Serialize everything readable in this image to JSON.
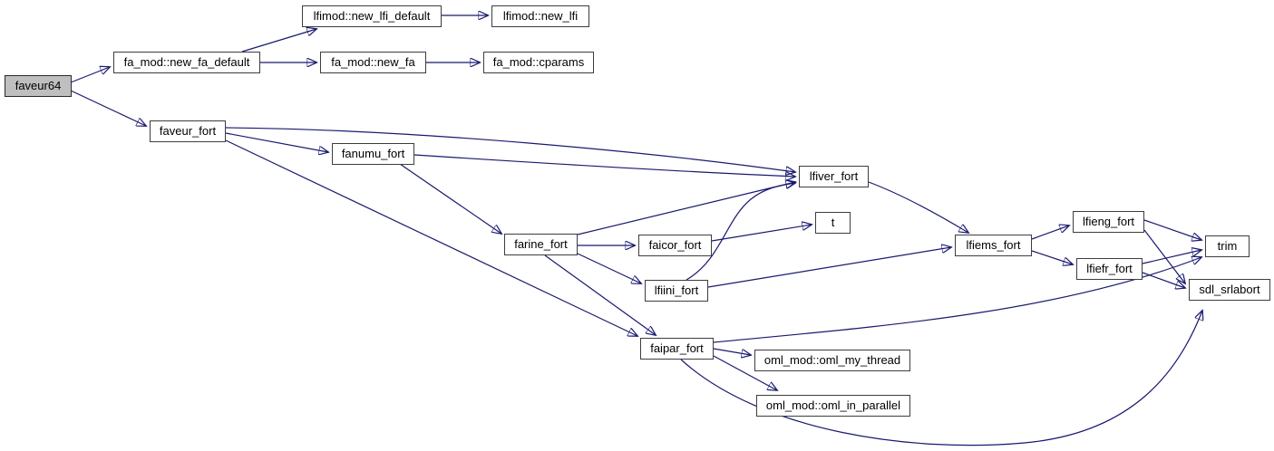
{
  "diagram": {
    "type": "doxygen-call-graph",
    "root": "faveur64",
    "colors": {
      "edge": "#191970",
      "node_border": "#3d3d3d",
      "node_fill": "#ffffff",
      "root_fill": "#bfbfbf",
      "background": "#ffffff",
      "text": "#000000"
    },
    "nodes": {
      "faveur64": {
        "label": "faveur64"
      },
      "new_fa_default": {
        "label": "fa_mod::new_fa_default"
      },
      "new_lfi_default": {
        "label": "lfimod::new_lfi_default"
      },
      "new_lfi": {
        "label": "lfimod::new_lfi"
      },
      "new_fa": {
        "label": "fa_mod::new_fa"
      },
      "cparams": {
        "label": "fa_mod::cparams"
      },
      "faveur_fort": {
        "label": "faveur_fort"
      },
      "fanumu_fort": {
        "label": "fanumu_fort"
      },
      "farine_fort": {
        "label": "farine_fort"
      },
      "faicor_fort": {
        "label": "faicor_fort"
      },
      "lfiini_fort": {
        "label": "lfiini_fort"
      },
      "t": {
        "label": "t"
      },
      "lfiver_fort": {
        "label": "lfiver_fort"
      },
      "lfiems_fort": {
        "label": "lfiems_fort"
      },
      "lfieng_fort": {
        "label": "lfieng_fort"
      },
      "lfiefr_fort": {
        "label": "lfiefr_fort"
      },
      "trim": {
        "label": "trim"
      },
      "sdl_srlabort": {
        "label": "sdl_srlabort"
      },
      "faipar_fort": {
        "label": "faipar_fort"
      },
      "oml_my_thread": {
        "label": "oml_mod::oml_my_thread"
      },
      "oml_in_parallel": {
        "label": "oml_mod::oml_in_parallel"
      }
    },
    "edges": [
      {
        "from": "faveur64",
        "to": "new_fa_default"
      },
      {
        "from": "faveur64",
        "to": "faveur_fort"
      },
      {
        "from": "new_fa_default",
        "to": "new_lfi_default"
      },
      {
        "from": "new_fa_default",
        "to": "new_fa"
      },
      {
        "from": "new_lfi_default",
        "to": "new_lfi"
      },
      {
        "from": "new_fa",
        "to": "cparams"
      },
      {
        "from": "faveur_fort",
        "to": "lfiver_fort"
      },
      {
        "from": "faveur_fort",
        "to": "fanumu_fort"
      },
      {
        "from": "faveur_fort",
        "to": "faipar_fort"
      },
      {
        "from": "fanumu_fort",
        "to": "lfiver_fort"
      },
      {
        "from": "fanumu_fort",
        "to": "farine_fort"
      },
      {
        "from": "farine_fort",
        "to": "lfiver_fort"
      },
      {
        "from": "farine_fort",
        "to": "faicor_fort"
      },
      {
        "from": "farine_fort",
        "to": "lfiini_fort"
      },
      {
        "from": "farine_fort",
        "to": "faipar_fort"
      },
      {
        "from": "faicor_fort",
        "to": "t"
      },
      {
        "from": "lfiini_fort",
        "to": "lfiver_fort"
      },
      {
        "from": "lfiini_fort",
        "to": "lfiems_fort"
      },
      {
        "from": "lfiver_fort",
        "to": "lfiems_fort"
      },
      {
        "from": "lfiems_fort",
        "to": "lfieng_fort"
      },
      {
        "from": "lfiems_fort",
        "to": "lfiefr_fort"
      },
      {
        "from": "lfieng_fort",
        "to": "trim"
      },
      {
        "from": "lfieng_fort",
        "to": "sdl_srlabort"
      },
      {
        "from": "lfiefr_fort",
        "to": "trim"
      },
      {
        "from": "lfiefr_fort",
        "to": "sdl_srlabort"
      },
      {
        "from": "faipar_fort",
        "to": "trim"
      },
      {
        "from": "faipar_fort",
        "to": "sdl_srlabort"
      },
      {
        "from": "faipar_fort",
        "to": "oml_my_thread"
      },
      {
        "from": "faipar_fort",
        "to": "oml_in_parallel"
      }
    ]
  }
}
